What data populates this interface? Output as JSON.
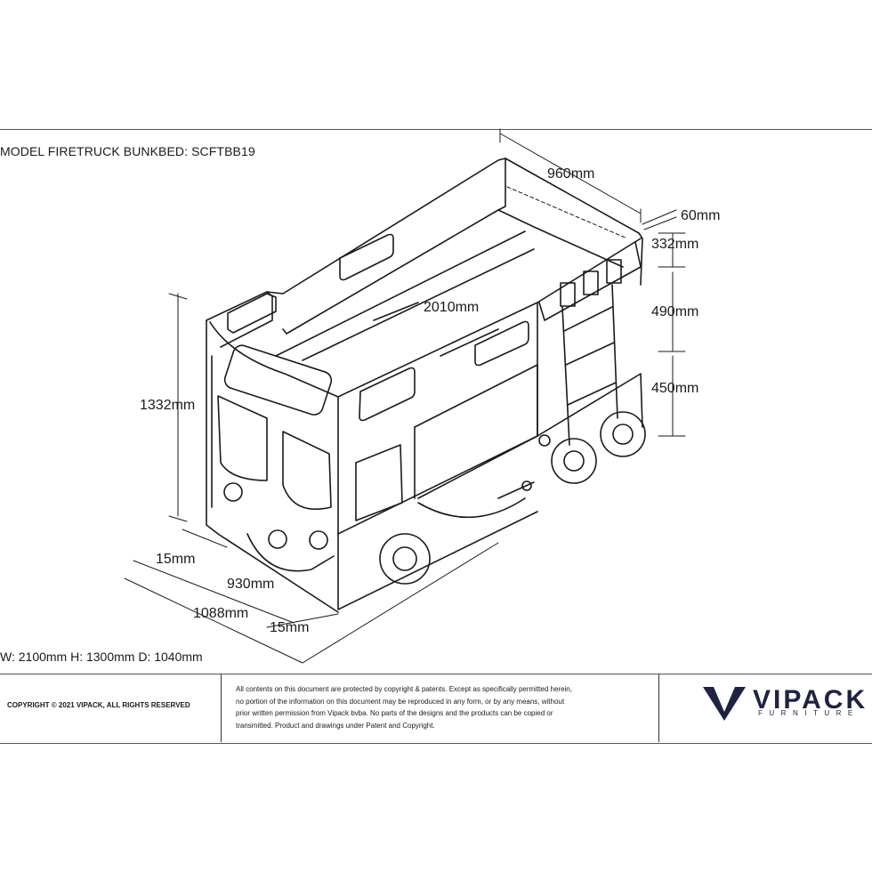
{
  "title": "MODEL FIRETRUCK BUNKBED: SCFTBB19",
  "dimensions": {
    "depth_top": "960mm",
    "rail_top": "60mm",
    "rail_height": "332mm",
    "upper_level": "490mm",
    "lower_level": "450mm",
    "length": "2010mm",
    "height": "1332mm",
    "margin_left": "15mm",
    "inner_width": "930mm",
    "outer_width": "1088mm",
    "margin_right": "15mm"
  },
  "overall": "W: 2100mm H: 1300mm D: 1040mm",
  "footer": {
    "copyright": "COPYRIGHT © 2021 VIPACK, ALL RIGHTS RESERVED",
    "legal_lines": [
      "All contents on this document are protected by copyright & patents. Except as specifically permitted herein,",
      "no portion of the information on this document may be reproduced in any form, or by any means, without",
      "prior written permission from Vipack bvba. No parts of the designs and the products can be copied or",
      "transmitted. Product and drawings under Patent and Copyright."
    ],
    "brand": "VIPACK",
    "brand_sub": "FURNITURE"
  },
  "colors": {
    "line": "#1a1a1a",
    "brand": "#1f2340"
  }
}
